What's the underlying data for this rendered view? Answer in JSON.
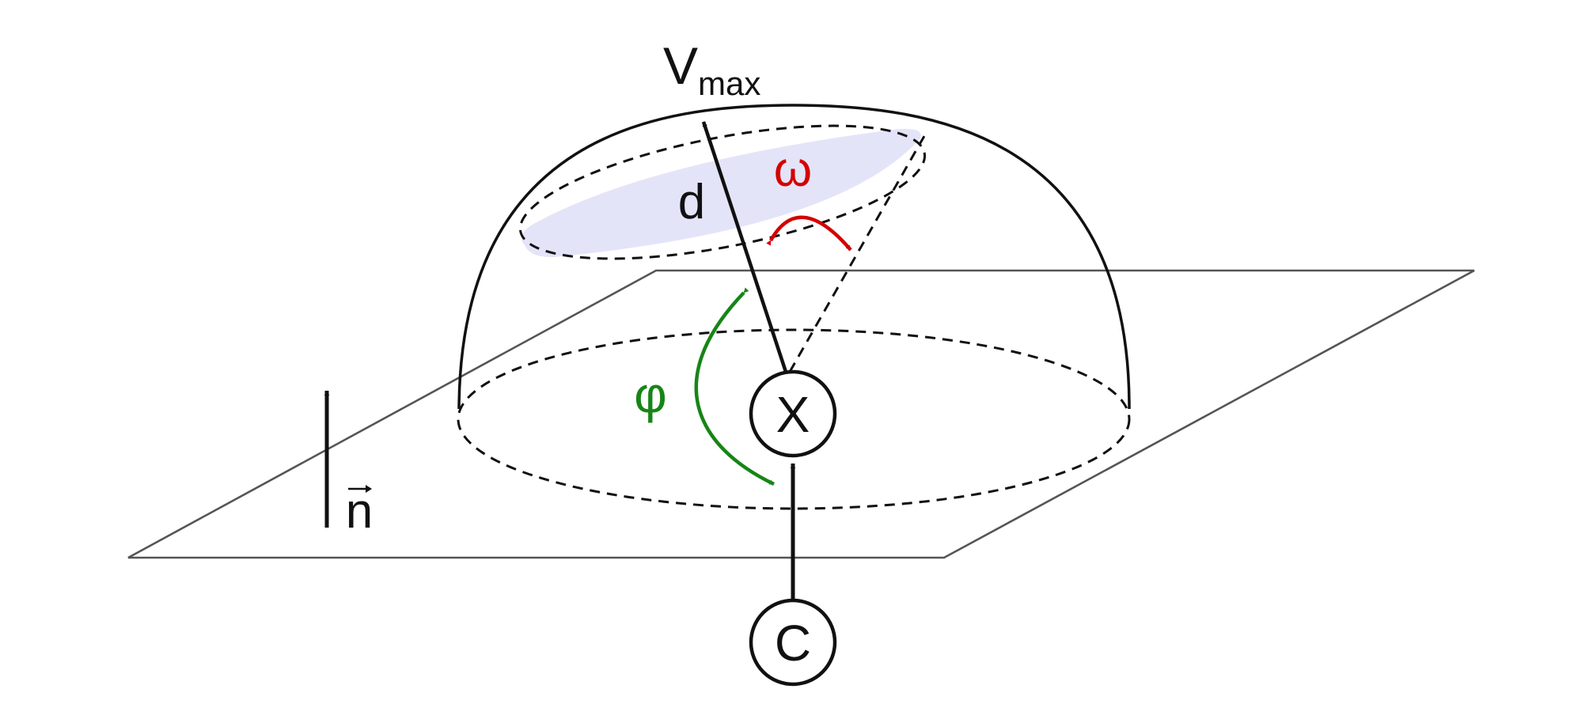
{
  "labels": {
    "v_main": "V",
    "v_sub": "max",
    "d": "d",
    "omega": "ω",
    "phi": "φ",
    "x_node": "X",
    "c_node": "C",
    "normal": "n"
  },
  "colors": {
    "stroke": "#111111",
    "plane": "#555555",
    "cap_fill": "#e4e4f9",
    "omega": "#d40000",
    "phi": "#168516"
  },
  "icons": {
    "normal_vector": "arrow-up-icon",
    "vector_accent": "right-arrow-icon"
  }
}
